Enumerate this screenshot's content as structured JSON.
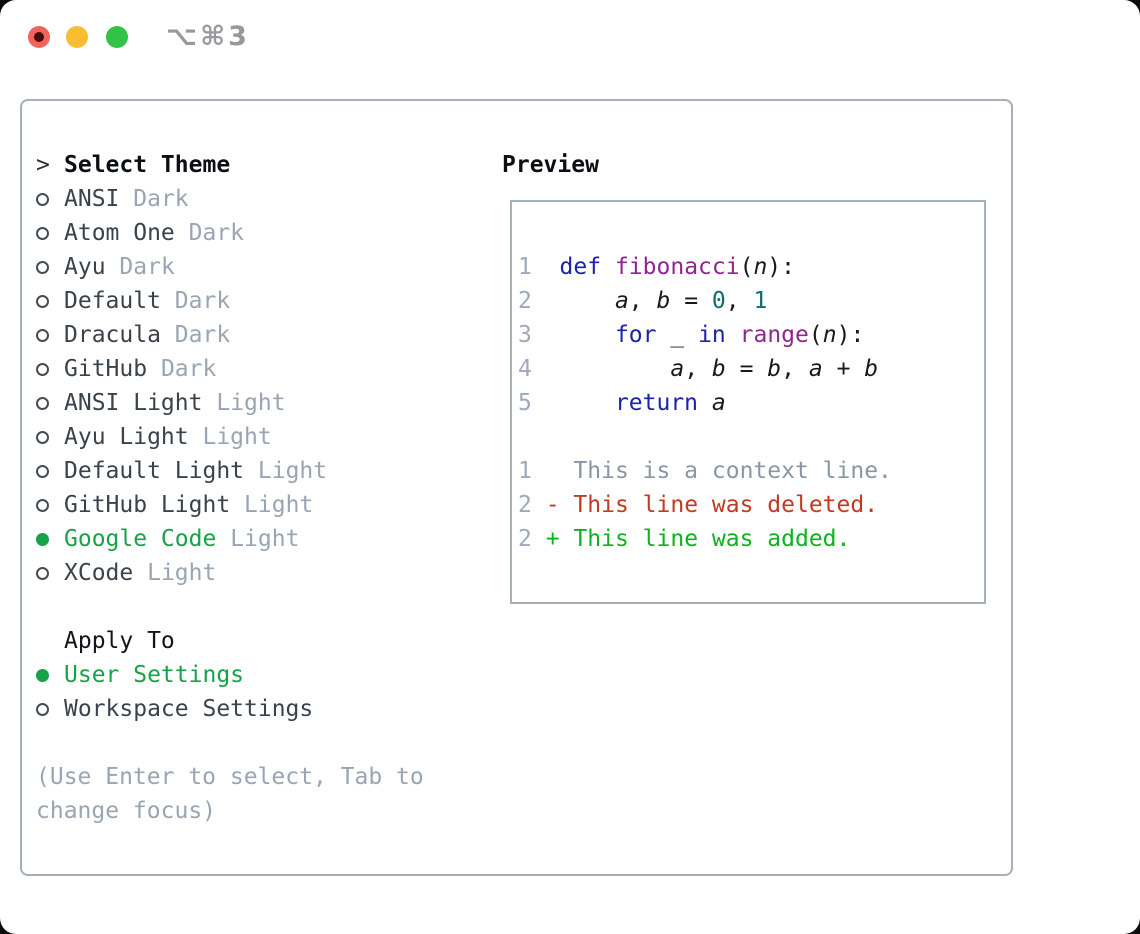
{
  "window": {
    "title": "⌥⌘3",
    "traffic_lights": [
      "close",
      "minimize",
      "zoom"
    ]
  },
  "theme_picker": {
    "header_marker": ">",
    "header": "Select Theme",
    "themes": [
      {
        "name": "ANSI",
        "variant": "Dark",
        "selected": false
      },
      {
        "name": "Atom One",
        "variant": "Dark",
        "selected": false
      },
      {
        "name": "Ayu",
        "variant": "Dark",
        "selected": false
      },
      {
        "name": "Default",
        "variant": "Dark",
        "selected": false
      },
      {
        "name": "Dracula",
        "variant": "Dark",
        "selected": false
      },
      {
        "name": "GitHub",
        "variant": "Dark",
        "selected": false
      },
      {
        "name": "ANSI Light",
        "variant": "Light",
        "selected": false
      },
      {
        "name": "Ayu Light",
        "variant": "Light",
        "selected": false
      },
      {
        "name": "Default Light",
        "variant": "Light",
        "selected": false
      },
      {
        "name": "GitHub Light",
        "variant": "Light",
        "selected": false
      },
      {
        "name": "Google Code",
        "variant": "Light",
        "selected": true
      },
      {
        "name": "XCode",
        "variant": "Light",
        "selected": false
      }
    ],
    "apply_to": {
      "label": "Apply To",
      "options": [
        {
          "label": "User Settings",
          "selected": true
        },
        {
          "label": "Workspace Settings",
          "selected": false
        }
      ]
    },
    "help_lines": [
      "(Use Enter to select, Tab to",
      "change focus)"
    ]
  },
  "preview": {
    "title": "Preview",
    "lines": [
      {
        "tokens": [
          {
            "t": "1  ",
            "c": "num"
          },
          {
            "t": "def",
            "c": "kwd"
          },
          {
            "t": " ",
            "c": "pln"
          },
          {
            "t": "fibonacci",
            "c": "typ"
          },
          {
            "t": "(",
            "c": "pln"
          },
          {
            "t": "n",
            "c": "var"
          },
          {
            "t": "):",
            "c": "pln"
          }
        ]
      },
      {
        "tokens": [
          {
            "t": "2  ",
            "c": "num"
          },
          {
            "t": "    ",
            "c": "pln"
          },
          {
            "t": "a",
            "c": "var"
          },
          {
            "t": ", ",
            "c": "pln"
          },
          {
            "t": "b",
            "c": "var"
          },
          {
            "t": " = ",
            "c": "pln"
          },
          {
            "t": "0",
            "c": "lit"
          },
          {
            "t": ", ",
            "c": "pln"
          },
          {
            "t": "1",
            "c": "lit"
          }
        ]
      },
      {
        "tokens": [
          {
            "t": "3  ",
            "c": "num"
          },
          {
            "t": "    ",
            "c": "pln"
          },
          {
            "t": "for",
            "c": "kwd"
          },
          {
            "t": " ",
            "c": "pln"
          },
          {
            "t": "_",
            "c": "pln"
          },
          {
            "t": " ",
            "c": "pln"
          },
          {
            "t": "in",
            "c": "kwd"
          },
          {
            "t": " ",
            "c": "pln"
          },
          {
            "t": "range",
            "c": "typ"
          },
          {
            "t": "(",
            "c": "pln"
          },
          {
            "t": "n",
            "c": "var"
          },
          {
            "t": "):",
            "c": "pln"
          }
        ]
      },
      {
        "tokens": [
          {
            "t": "4  ",
            "c": "num"
          },
          {
            "t": "        ",
            "c": "pln"
          },
          {
            "t": "a",
            "c": "var"
          },
          {
            "t": ", ",
            "c": "pln"
          },
          {
            "t": "b",
            "c": "var"
          },
          {
            "t": " = ",
            "c": "pln"
          },
          {
            "t": "b",
            "c": "var"
          },
          {
            "t": ", ",
            "c": "pln"
          },
          {
            "t": "a",
            "c": "var"
          },
          {
            "t": " + ",
            "c": "pln"
          },
          {
            "t": "b",
            "c": "var"
          }
        ]
      },
      {
        "tokens": [
          {
            "t": "5  ",
            "c": "num"
          },
          {
            "t": "    ",
            "c": "pln"
          },
          {
            "t": "return",
            "c": "kwd"
          },
          {
            "t": " ",
            "c": "pln"
          },
          {
            "t": "a",
            "c": "var"
          }
        ]
      },
      {
        "tokens": []
      },
      {
        "tokens": [
          {
            "t": "1",
            "c": "num"
          },
          {
            "t": "   ",
            "c": "pln"
          },
          {
            "t": "This is a context line.",
            "c": "ctx"
          }
        ]
      },
      {
        "tokens": [
          {
            "t": "2",
            "c": "num"
          },
          {
            "t": " ",
            "c": "pln"
          },
          {
            "t": "- This line was deleted.",
            "c": "del"
          }
        ]
      },
      {
        "tokens": [
          {
            "t": "2",
            "c": "num"
          },
          {
            "t": " ",
            "c": "pln"
          },
          {
            "t": "+ This line was added.",
            "c": "add"
          }
        ]
      }
    ]
  },
  "colors": {
    "accent_green": "#17a24a",
    "keyword_blue": "#1c23a6",
    "type_purple": "#8d2690",
    "literal_teal": "#0c6e6e",
    "plain_text": "#17191d",
    "muted_gray": "#9aa5b3",
    "line_number_gray": "#9fa9bc",
    "context_gray": "#8b96a3",
    "deleted_red": "#c23a21",
    "added_green": "#0db31e",
    "border_gray": "#a7afba",
    "traffic_red": "#f2635b",
    "traffic_yellow": "#f9bd31",
    "traffic_green": "#32c245"
  }
}
